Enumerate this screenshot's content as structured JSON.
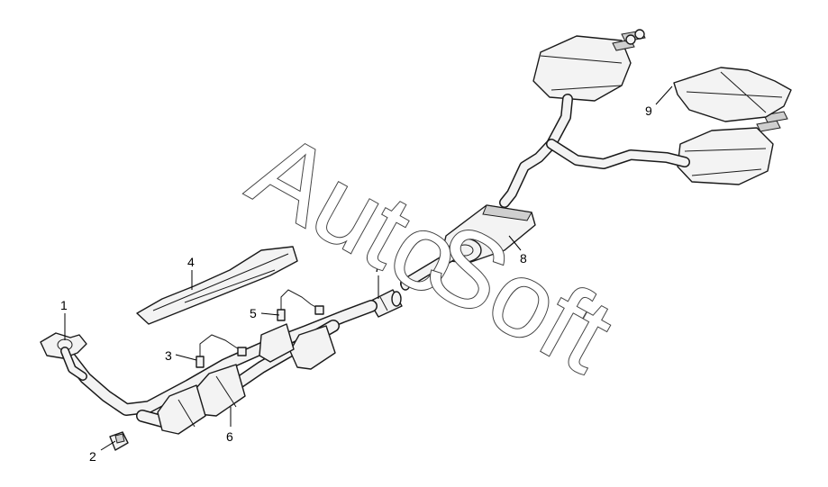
{
  "watermark": {
    "word1": "Auto",
    "word2": "Soft"
  },
  "callouts": [
    {
      "id": "1",
      "label": "1"
    },
    {
      "id": "2",
      "label": "2"
    },
    {
      "id": "3",
      "label": "3"
    },
    {
      "id": "4",
      "label": "4"
    },
    {
      "id": "5",
      "label": "5"
    },
    {
      "id": "6",
      "label": "6"
    },
    {
      "id": "7",
      "label": "7"
    },
    {
      "id": "8",
      "label": "8"
    },
    {
      "id": "9",
      "label": "9"
    }
  ]
}
